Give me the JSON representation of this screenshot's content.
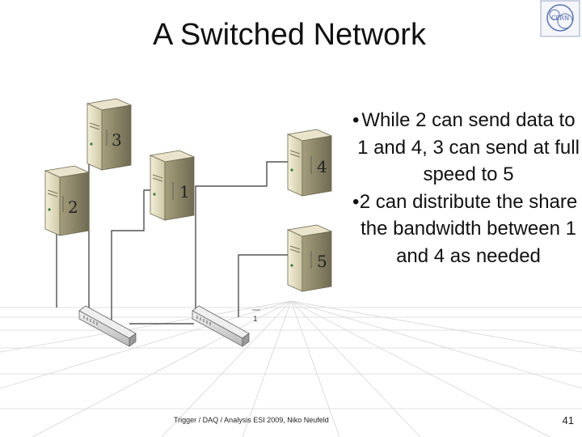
{
  "slide": {
    "title": "A Switched Network",
    "bullets": [
      "While 2 can send data to 1  and 4, 3 can send at full speed to 5",
      "2 can distribute the share the bandwidth between 1 and 4 as needed"
    ],
    "footer": "Trigger / DAQ / Analysis ESI 2009, Niko Neufeld",
    "page_number": "41",
    "logo": "cern-logo"
  },
  "diagram": {
    "nodes": [
      {
        "id": "server-3",
        "label": "3"
      },
      {
        "id": "server-2",
        "label": "2"
      },
      {
        "id": "server-1",
        "label": "1"
      },
      {
        "id": "server-4",
        "label": "4"
      },
      {
        "id": "server-5",
        "label": "5"
      }
    ],
    "switches": [
      "switch-left",
      "switch-right"
    ],
    "port_label": "1"
  },
  "colors": {
    "server_light": "#e6e1c6",
    "server_dark": "#8a8466",
    "switch_body": "#d8d8d8",
    "cable": "#333333",
    "grid": "#d6d6d6"
  }
}
